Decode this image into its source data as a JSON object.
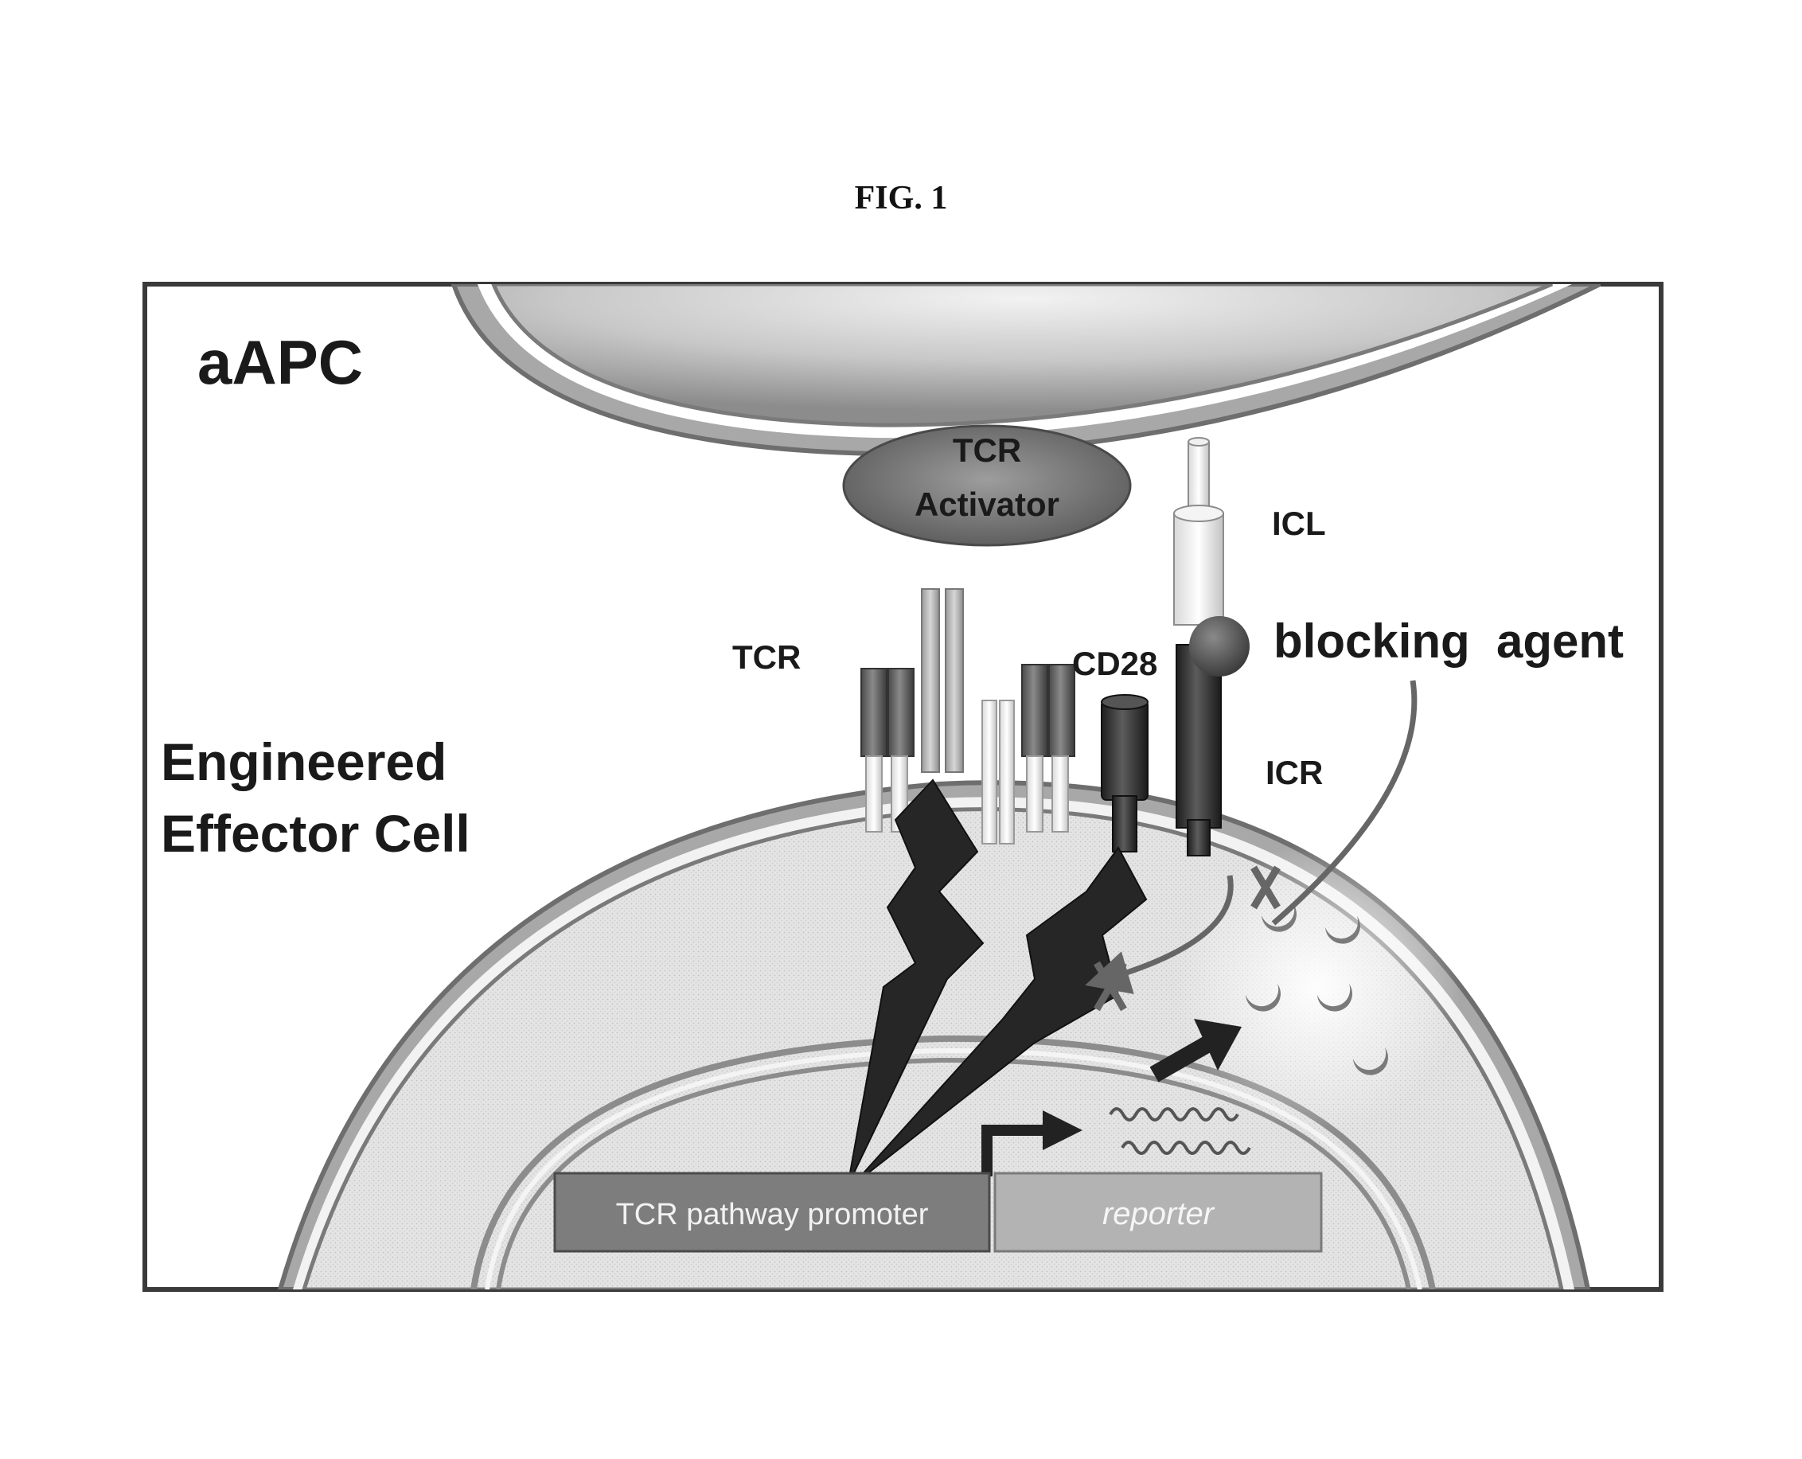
{
  "figure_label": "FIG. 1",
  "labels": {
    "aapc": "aAPC",
    "tcr_activator_line1": "TCR",
    "tcr_activator_line2": "Activator",
    "icl": "ICL",
    "tcr": "TCR",
    "cd28": "CD28",
    "blocking_agent": "blocking  agent",
    "icr": "ICR",
    "effector_line1": "Engineered",
    "effector_line2": "Effector Cell",
    "promoter": "TCR pathway promoter",
    "reporter": "reporter"
  },
  "colors": {
    "frame": "#3a3a3a",
    "membrane_light": "#c8c8c8",
    "membrane_dark": "#6e6e6e",
    "cell_fill": "#e2e2e2",
    "dark_receptor": "#2e2e2e",
    "bolt": "#262626",
    "promoter_box": "#7d7d7d",
    "reporter_box": "#b3b3b3"
  }
}
